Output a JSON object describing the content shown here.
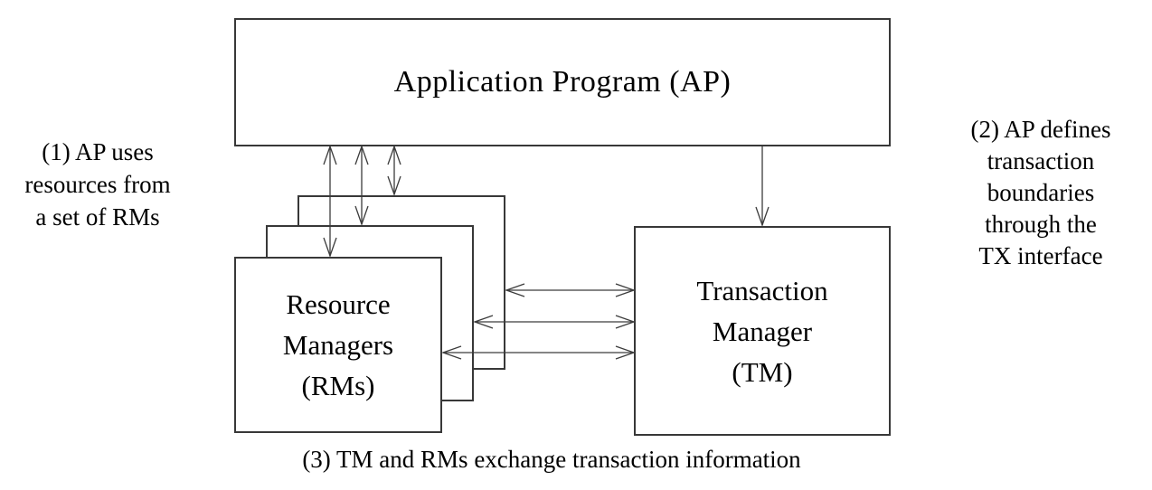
{
  "diagram": {
    "title_context": "X/Open distributed transaction processing model",
    "ap_box": {
      "label": "Application Program (AP)"
    },
    "tm_box": {
      "lines": [
        "Transaction",
        "Manager",
        "(TM)"
      ]
    },
    "rm_box": {
      "lines": [
        "Resource",
        "Managers",
        "(RMs)"
      ]
    },
    "notes": {
      "note1": {
        "lines": [
          "(1) AP uses",
          "resources from",
          "a set of RMs"
        ]
      },
      "note2": {
        "lines": [
          "(2) AP defines",
          "transaction",
          "boundaries",
          "through the",
          "TX interface"
        ]
      },
      "note3": {
        "text": "(3) TM and RMs exchange transaction information"
      }
    },
    "connections": [
      "AP <-> RM (three bidirectional vertical arrows, one per stacked RM)",
      "AP -> TM (single downward arrow)",
      "RM <-> TM (three bidirectional horizontal arrows, one per stacked RM)"
    ],
    "colors": {
      "background": "#ffffff",
      "line": "#3c3c3c",
      "border": "#383838",
      "text": "#000000"
    }
  }
}
